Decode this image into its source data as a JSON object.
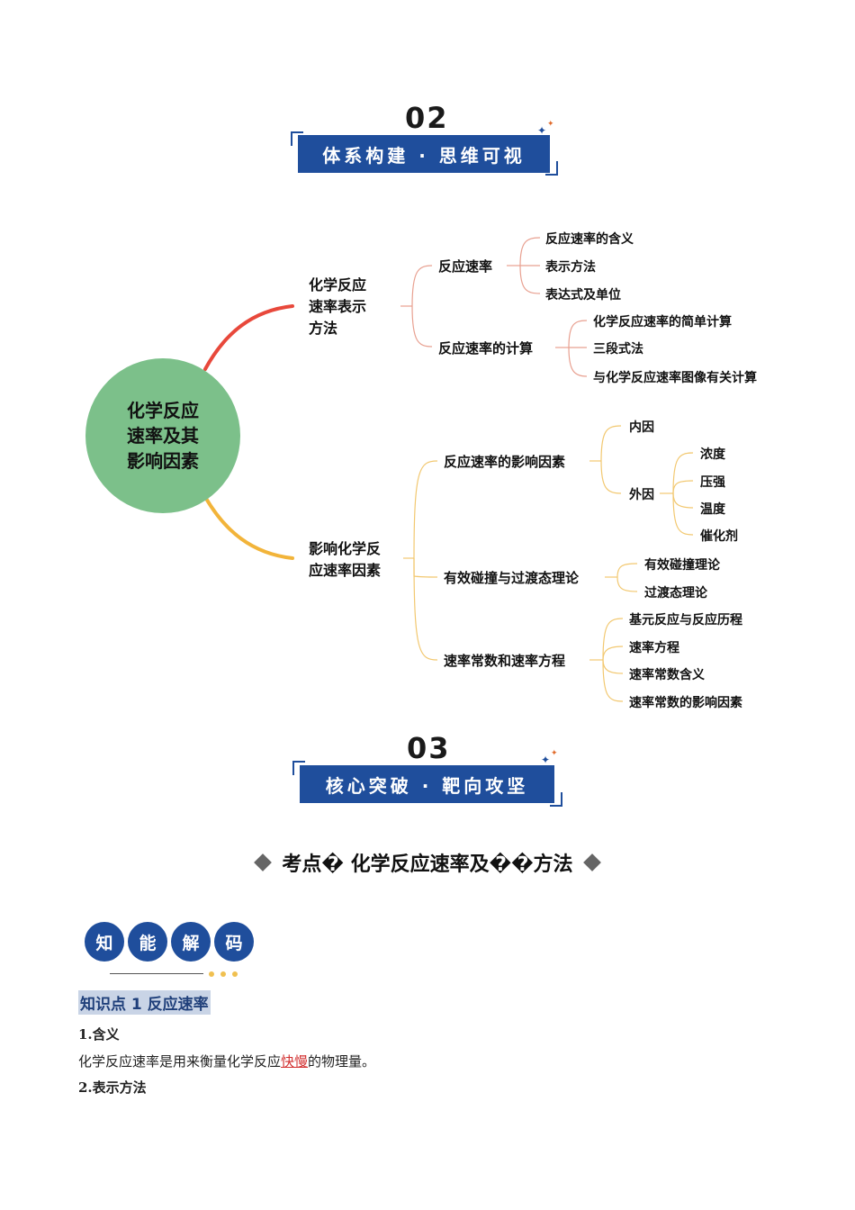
{
  "section2": {
    "number": "02",
    "title": "体系构建 · 思维可视"
  },
  "section3": {
    "number": "03",
    "title": "核心突破 · 靶向攻坚"
  },
  "mindmap": {
    "center": [
      "化学反应",
      "速率及其",
      "影响因素"
    ],
    "branch1": {
      "label": "化学反应速率表示方法",
      "children": [
        {
          "label": "反应速率",
          "items": [
            "反应速率的含义",
            "表示方法",
            "表达式及单位"
          ]
        },
        {
          "label": "反应速率的计算",
          "items": [
            "化学反应速率的简单计算",
            "三段式法",
            "与化学反应速率图像有关计算"
          ]
        }
      ]
    },
    "branch2": {
      "label": "影响化学反应速率因素",
      "children": [
        {
          "label": "反应速率的影响因素",
          "internal": "内因",
          "external": "外因",
          "external_items": [
            "浓度",
            "压强",
            "温度",
            "催化剂"
          ]
        },
        {
          "label": "有效碰撞与过渡态理论",
          "items": [
            "有效碰撞理论",
            "过渡态理论"
          ]
        },
        {
          "label": "速率常数和速率方程",
          "items": [
            "基元反应与反应历程",
            "速率方程",
            "速率常数含义",
            "速率常数的影响因素"
          ]
        }
      ]
    },
    "colors": {
      "branch1": "#e8483b",
      "branch2": "#f2b43a",
      "center": "#7cc08a"
    }
  },
  "topic": {
    "title": "考点� 化学反应速率及��方法"
  },
  "badges": [
    "知",
    "能",
    "解",
    "码"
  ],
  "knowledge_point": {
    "label": "知识点 1 反应速率"
  },
  "content": {
    "h1": "1.含义",
    "p1_before": "化学反应速率是用来衡量化学反应",
    "p1_highlight": "快慢",
    "p1_after": "的物理量。",
    "h2": "2.表示方法"
  }
}
